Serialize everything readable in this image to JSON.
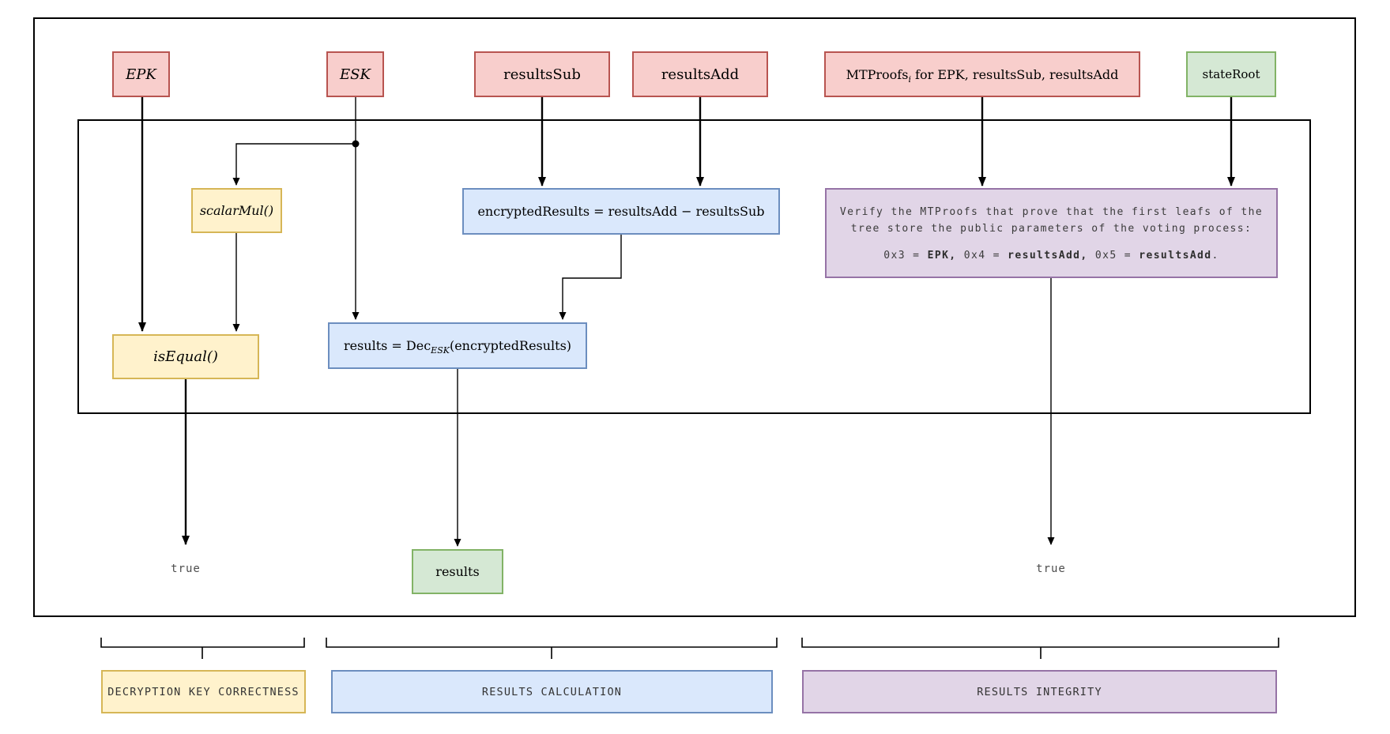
{
  "palette": {
    "red_fill": "#f8cecc",
    "red_stroke": "#b85450",
    "yellow_fill": "#fff2cc",
    "yellow_stroke": "#d6b656",
    "blue_fill": "#dae8fc",
    "blue_stroke": "#6c8ebf",
    "green_fill": "#d5e8d4",
    "green_stroke": "#82b366",
    "purple_fill": "#e1d5e7",
    "purple_stroke": "#9673a6",
    "line": "#000000"
  },
  "nodes": {
    "epk": "EPK",
    "esk": "ESK",
    "results_sub": "resultsSub",
    "results_add": "resultsAdd",
    "mtproofs": {
      "base": "MTProofs",
      "sub": "i",
      "rest": " for EPK, resultsSub, resultsAdd"
    },
    "state_root": "stateRoot",
    "scalar_mul": "scalarMul()",
    "is_equal": "isEqual()",
    "encrypted_results": "encryptedResults = resultsAdd − resultsSub",
    "dec": {
      "pre": "results = Dec",
      "sub": "ESK",
      "post": "(encryptedResults)"
    },
    "verify": {
      "line1": "Verify the MTProofs that prove that the first leafs of the",
      "line2": "tree store the public parameters of the voting process:",
      "eq": [
        "0x3 = ",
        "EPK,",
        " 0x4 = ",
        "resultsAdd,",
        " 0x5 = ",
        "resultsAdd",
        "."
      ]
    },
    "results_output": "results"
  },
  "outputs": {
    "true_left": "true",
    "true_right": "true"
  },
  "sections": [
    {
      "label": "DECRYPTION KEY CORRECTNESS"
    },
    {
      "label": "RESULTS CALCULATION"
    },
    {
      "label": "RESULTS INTEGRITY"
    }
  ]
}
